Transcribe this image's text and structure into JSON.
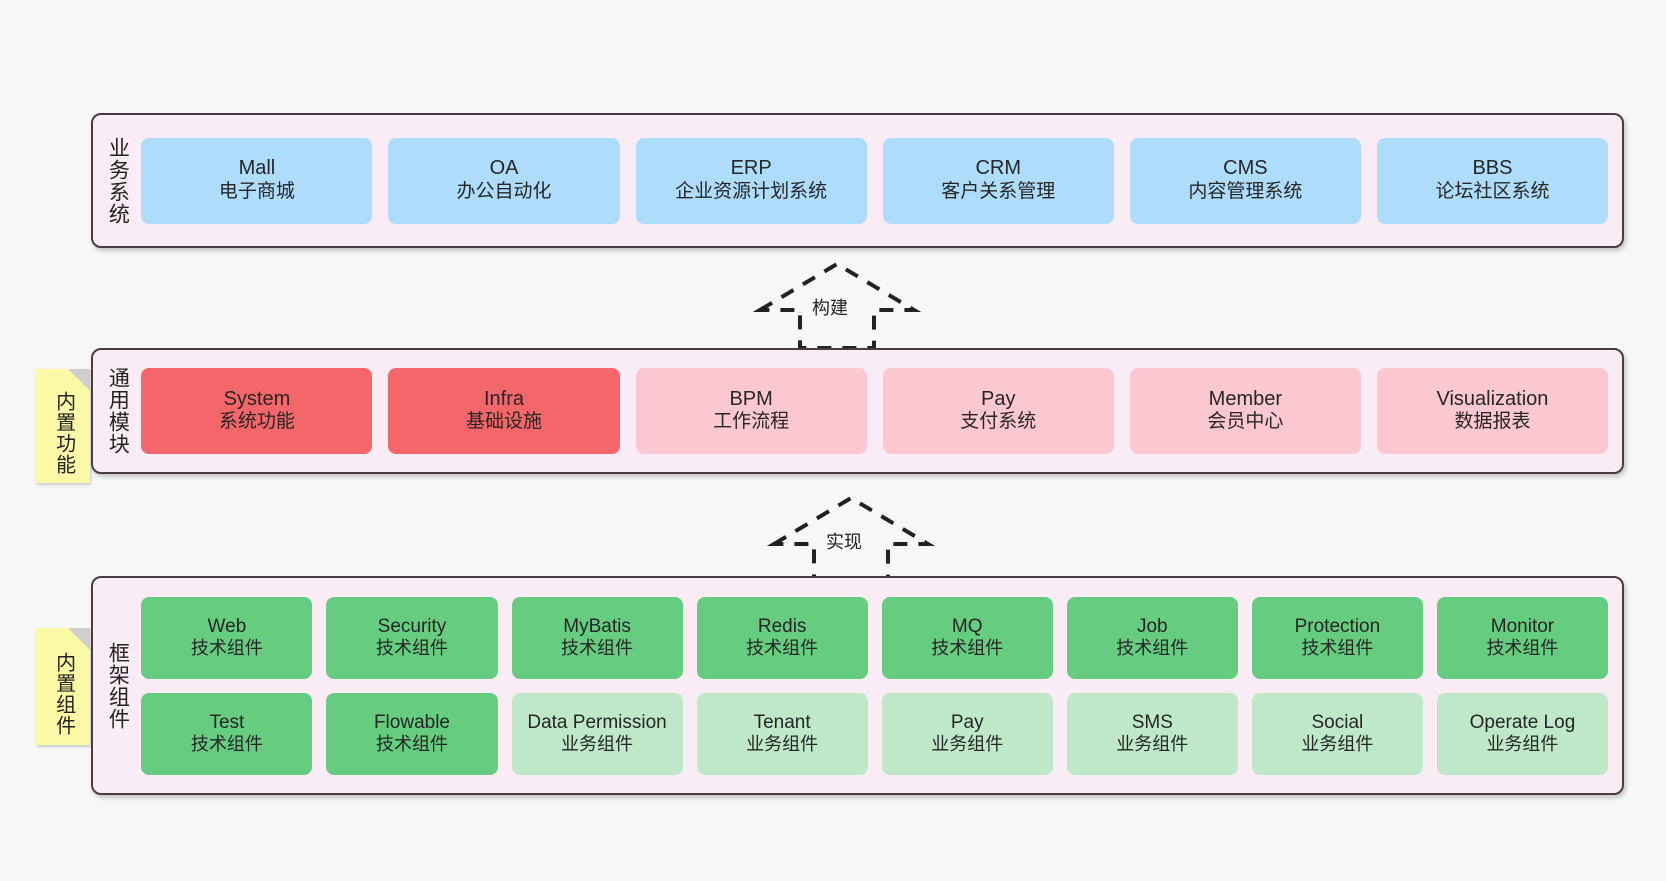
{
  "diagram": {
    "background_color": "#f7f7f7",
    "panel_background": "#f9ecf4",
    "panel_border": "#4a3c46"
  },
  "layers": [
    {
      "key": "business",
      "label": "业务系统",
      "card_color": "#aeddfb",
      "cards": [
        {
          "title": "Mall",
          "subtitle": "电子商城"
        },
        {
          "title": "OA",
          "subtitle": "办公自动化"
        },
        {
          "title": "ERP",
          "subtitle": "企业资源计划系统"
        },
        {
          "title": "CRM",
          "subtitle": "客户关系管理"
        },
        {
          "title": "CMS",
          "subtitle": "内容管理系统"
        },
        {
          "title": "BBS",
          "subtitle": "论坛社区系统"
        }
      ]
    },
    {
      "key": "modules",
      "label": "通用模块",
      "card_color_primary": "#f3676b",
      "card_color_secondary": "#fbc8d2",
      "cards": [
        {
          "title": "System",
          "subtitle": "系统功能",
          "variant": "red"
        },
        {
          "title": "Infra",
          "subtitle": "基础设施",
          "variant": "red"
        },
        {
          "title": "BPM",
          "subtitle": "工作流程",
          "variant": "pink"
        },
        {
          "title": "Pay",
          "subtitle": "支付系统",
          "variant": "pink"
        },
        {
          "title": "Member",
          "subtitle": "会员中心",
          "variant": "pink"
        },
        {
          "title": "Visualization",
          "subtitle": "数据报表",
          "variant": "pink"
        }
      ]
    },
    {
      "key": "framework",
      "label": "框架组件",
      "card_color_primary": "#66cc80",
      "card_color_secondary": "#bfe8c8",
      "row1": [
        {
          "title": "Web",
          "subtitle": "技术组件",
          "variant": "green-d"
        },
        {
          "title": "Security",
          "subtitle": "技术组件",
          "variant": "green-d"
        },
        {
          "title": "MyBatis",
          "subtitle": "技术组件",
          "variant": "green-d"
        },
        {
          "title": "Redis",
          "subtitle": "技术组件",
          "variant": "green-d"
        },
        {
          "title": "MQ",
          "subtitle": "技术组件",
          "variant": "green-d"
        },
        {
          "title": "Job",
          "subtitle": "技术组件",
          "variant": "green-d"
        },
        {
          "title": "Protection",
          "subtitle": "技术组件",
          "variant": "green-d"
        },
        {
          "title": "Monitor",
          "subtitle": "技术组件",
          "variant": "green-d"
        }
      ],
      "row2": [
        {
          "title": "Test",
          "subtitle": "技术组件",
          "variant": "green-d"
        },
        {
          "title": "Flowable",
          "subtitle": "技术组件",
          "variant": "green-d"
        },
        {
          "title": "Data Permission",
          "subtitle": "业务组件",
          "variant": "green-l"
        },
        {
          "title": "Tenant",
          "subtitle": "业务组件",
          "variant": "green-l"
        },
        {
          "title": "Pay",
          "subtitle": "业务组件",
          "variant": "green-l"
        },
        {
          "title": "SMS",
          "subtitle": "业务组件",
          "variant": "green-l"
        },
        {
          "title": "Social",
          "subtitle": "业务组件",
          "variant": "green-l"
        },
        {
          "title": "Operate Log",
          "subtitle": "业务组件",
          "variant": "green-l"
        }
      ]
    }
  ],
  "sticky_notes": [
    {
      "key": "builtin_function",
      "label": "内置功能",
      "color": "#fbf8a6"
    },
    {
      "key": "builtin_component",
      "label": "内置组件",
      "color": "#fbf8a6"
    }
  ],
  "arrows": [
    {
      "key": "build",
      "label": "构建",
      "direction": "up",
      "style": "dashed-outline"
    },
    {
      "key": "implement",
      "label": "实现",
      "direction": "up",
      "style": "dashed-outline"
    }
  ]
}
